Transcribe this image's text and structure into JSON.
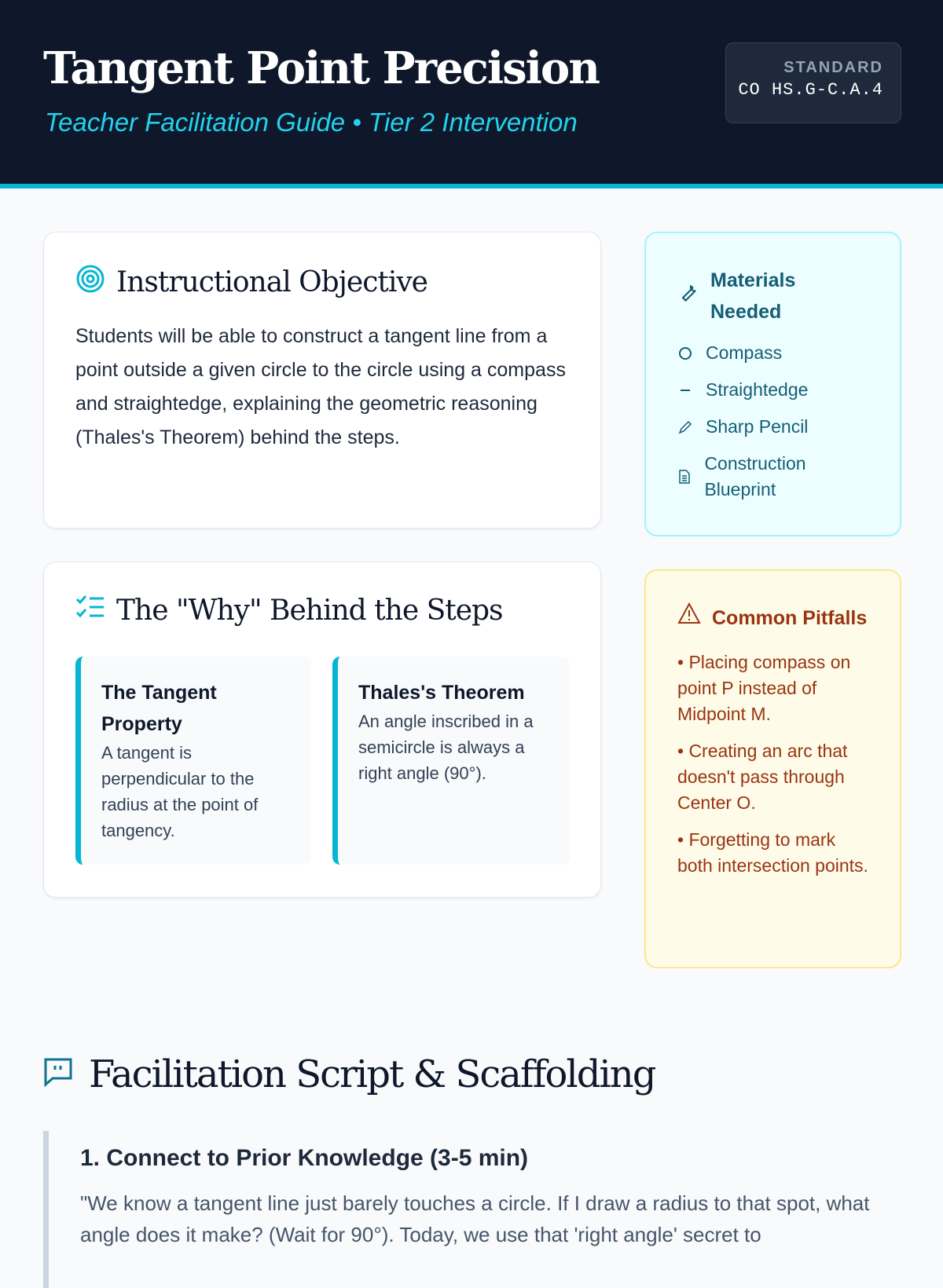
{
  "header": {
    "title": "Tangent Point Precision",
    "subtitle": "Teacher Facilitation Guide • Tier 2 Intervention",
    "standard_label": "STANDARD",
    "standard_code": "CO HS.G-C.A.4"
  },
  "objective": {
    "heading": "Instructional Objective",
    "text": "Students will be able to construct a tangent line from a point outside a given circle to the circle using a compass and straightedge, explaining the geometric reasoning (Thales's Theorem) behind the steps."
  },
  "why": {
    "heading": "The \"Why\" Behind the Steps",
    "items": [
      {
        "title": "The Tangent Property",
        "text": "A tangent is perpendicular to the radius at the point of tangency."
      },
      {
        "title": "Thales's Theorem",
        "text": "An angle inscribed in a semicircle is always a right angle (90°)."
      }
    ]
  },
  "materials": {
    "heading": "Materials Needed",
    "items": [
      {
        "label": "Compass",
        "icon": "circle-icon"
      },
      {
        "label": "Straightedge",
        "icon": "line-icon"
      },
      {
        "label": "Sharp Pencil",
        "icon": "pencil-icon"
      },
      {
        "label": "Construction Blueprint",
        "icon": "document-icon"
      }
    ]
  },
  "pitfalls": {
    "heading": "Common Pitfalls",
    "items": [
      "• Placing compass on point P instead of Midpoint M.",
      "• Creating an arc that doesn't pass through Center O.",
      "• Forgetting to mark both intersection points."
    ]
  },
  "facilitation": {
    "heading": "Facilitation Script & Scaffolding",
    "steps": [
      {
        "title": "1. Connect to Prior Knowledge (3-5 min)",
        "text": "\"We know a tangent line just barely touches a circle. If I draw a radius to that spot, what angle does it make? (Wait for 90°). Today, we use that 'right angle' secret to"
      }
    ]
  },
  "colors": {
    "accent": "#06b6d4",
    "header_bg": "#0f172a"
  }
}
